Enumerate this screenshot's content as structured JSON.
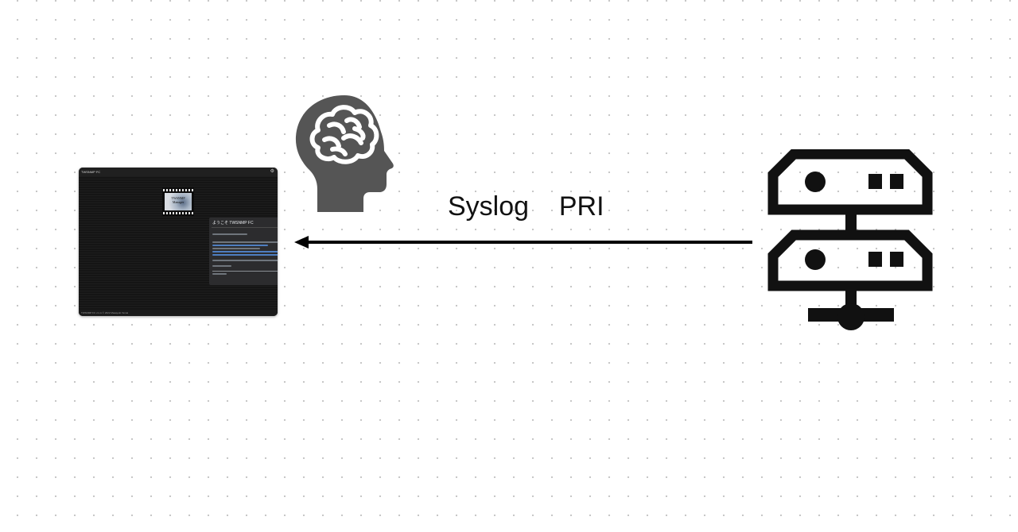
{
  "arrow": {
    "label": "Syslog    PRI"
  },
  "app_screenshot": {
    "window_title": "TWSNMP FC",
    "logo_text_line1": "TWSNMP",
    "logo_text_line2": "Manager",
    "welcome_title": "ようこそ TWSNMP FC",
    "footer": "TWSNMP FC v1.xx  © 2022 Masayuki Yamai"
  },
  "icons": {
    "source": "server-network-icon",
    "destination": "brain-head-icon",
    "gear": "gear-icon"
  },
  "colors": {
    "brain": "#555555",
    "server": "#111111",
    "arrow": "#000000",
    "app_background": "#161616",
    "app_accent": "#2f78d0"
  }
}
